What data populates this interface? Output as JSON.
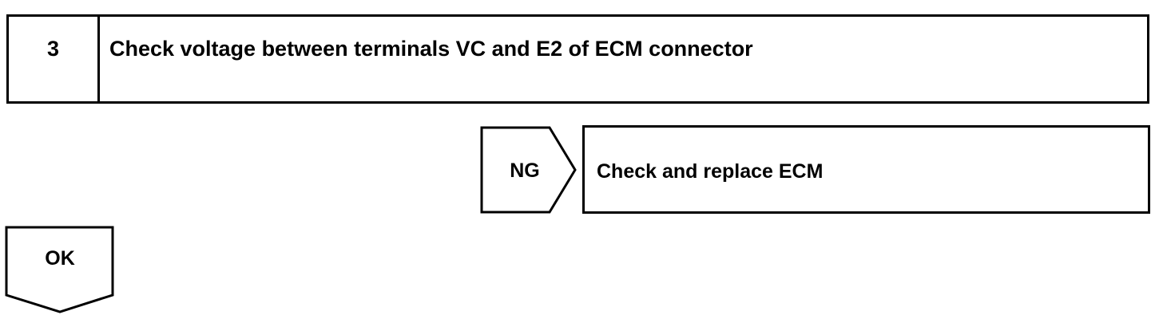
{
  "step": {
    "number": "3",
    "title": "Check voltage between terminals VC and E2 of ECM connector"
  },
  "ng_branch": {
    "label": "NG",
    "action": "Check and replace ECM"
  },
  "ok_branch": {
    "label": "OK"
  }
}
